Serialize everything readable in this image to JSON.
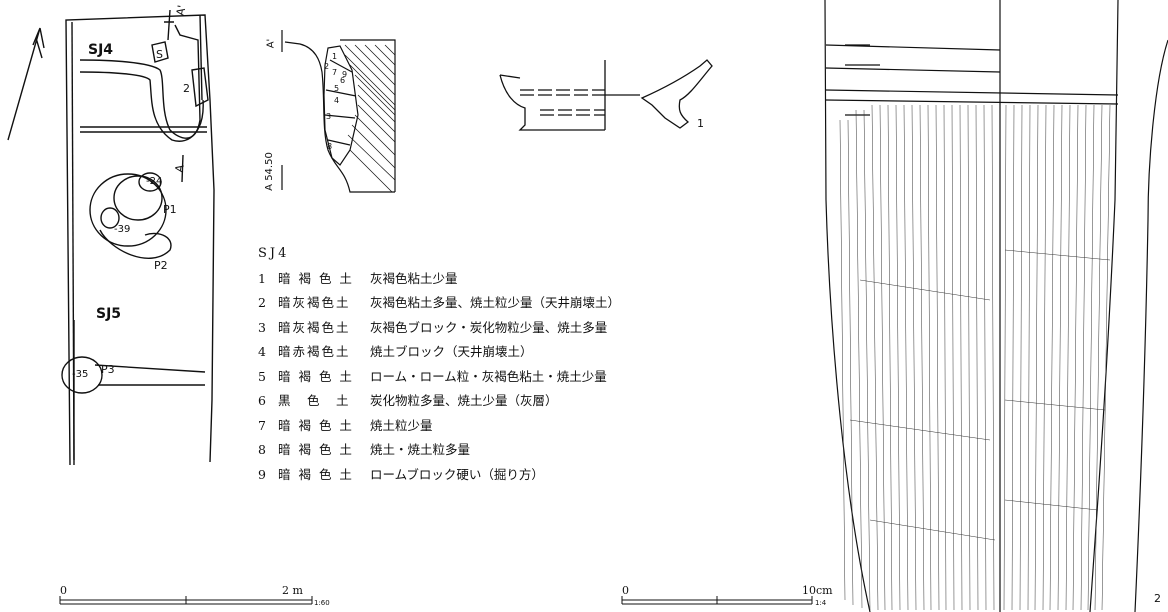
{
  "plan": {
    "feature_sj4": "SJ4",
    "feature_sj5": "SJ5",
    "marker_s": "S",
    "marker_2": "2",
    "section_point_a_prime": "A'",
    "section_point_a": "A",
    "pit_p1": "P1",
    "pit_p2": "P2",
    "pit_p3": "P3",
    "depth_p1": "-24",
    "depth_p2": "-39",
    "depth_p3": "-35"
  },
  "section": {
    "point_a_prime": "A'",
    "elevation": "A 54.50",
    "layer_numbers": [
      "1",
      "2",
      "3",
      "4",
      "5",
      "6",
      "7",
      "8",
      "9"
    ]
  },
  "pottery": {
    "figure_number": "1"
  },
  "legend": {
    "title": "SJ4",
    "rows": [
      {
        "num": "1",
        "soil": "暗 褐 色 土",
        "desc": "灰褐色粘土少量"
      },
      {
        "num": "2",
        "soil": "暗灰褐色土",
        "desc": "灰褐色粘土多量、焼土粒少量（天井崩壊土）"
      },
      {
        "num": "3",
        "soil": "暗灰褐色土",
        "desc": "灰褐色ブロック・炭化物粒少量、焼土多量"
      },
      {
        "num": "4",
        "soil": "暗赤褐色土",
        "desc": "焼土ブロック（天井崩壊土）"
      },
      {
        "num": "5",
        "soil": "暗 褐 色 土",
        "desc": "ローム・ローム粒・灰褐色粘土・焼土少量"
      },
      {
        "num": "6",
        "soil": "黒　色　土",
        "desc": "炭化物粒多量、焼土少量（灰層）"
      },
      {
        "num": "7",
        "soil": "暗 褐 色 土",
        "desc": "焼土粒少量"
      },
      {
        "num": "8",
        "soil": "暗 褐 色 土",
        "desc": "焼土・焼土粒多量"
      },
      {
        "num": "9",
        "soil": "暗 褐 色 土",
        "desc": "ロームブロック硬い（掘り方）"
      }
    ]
  },
  "scale_left": {
    "start": "0",
    "end": "2 m",
    "ratio": "1:60"
  },
  "scale_right": {
    "start": "0",
    "end": "10cm",
    "ratio": "1:4"
  },
  "large_artifact": {
    "figure_number": "2"
  }
}
